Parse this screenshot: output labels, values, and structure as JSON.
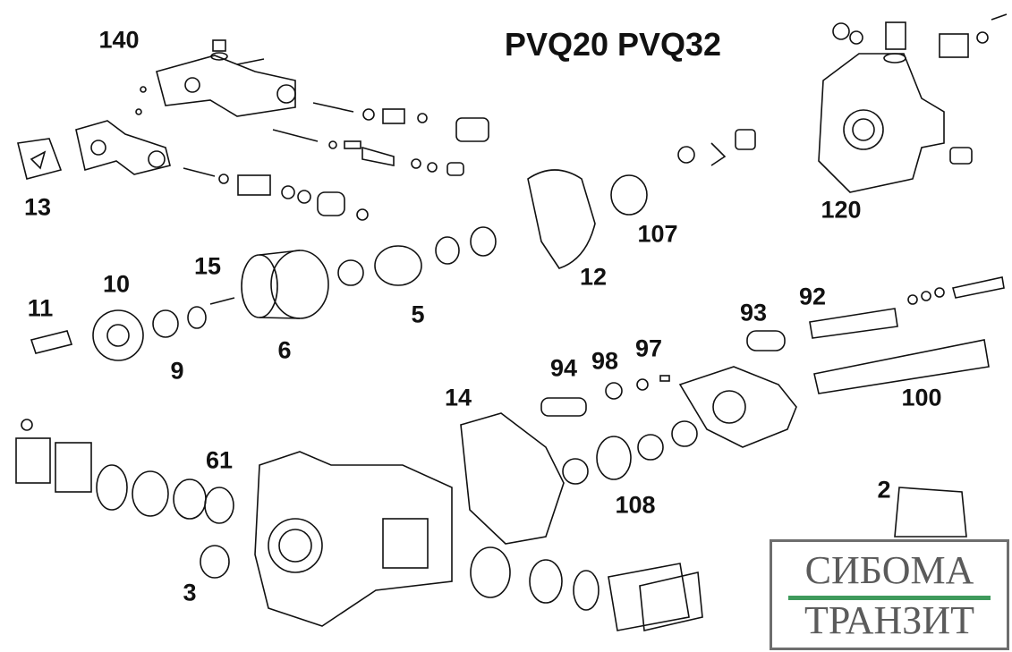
{
  "title": "PVQ20 PVQ32",
  "callouts": [
    "140",
    "13",
    "120",
    "107",
    "12",
    "15",
    "10",
    "11",
    "5",
    "93",
    "92",
    "6",
    "9",
    "94",
    "98",
    "97",
    "14",
    "100",
    "61",
    "108",
    "2",
    "3"
  ],
  "logo": {
    "line1": "СИБОМА",
    "line2": "ТРАНЗИТ",
    "accent_color": "#3f9a5c"
  }
}
